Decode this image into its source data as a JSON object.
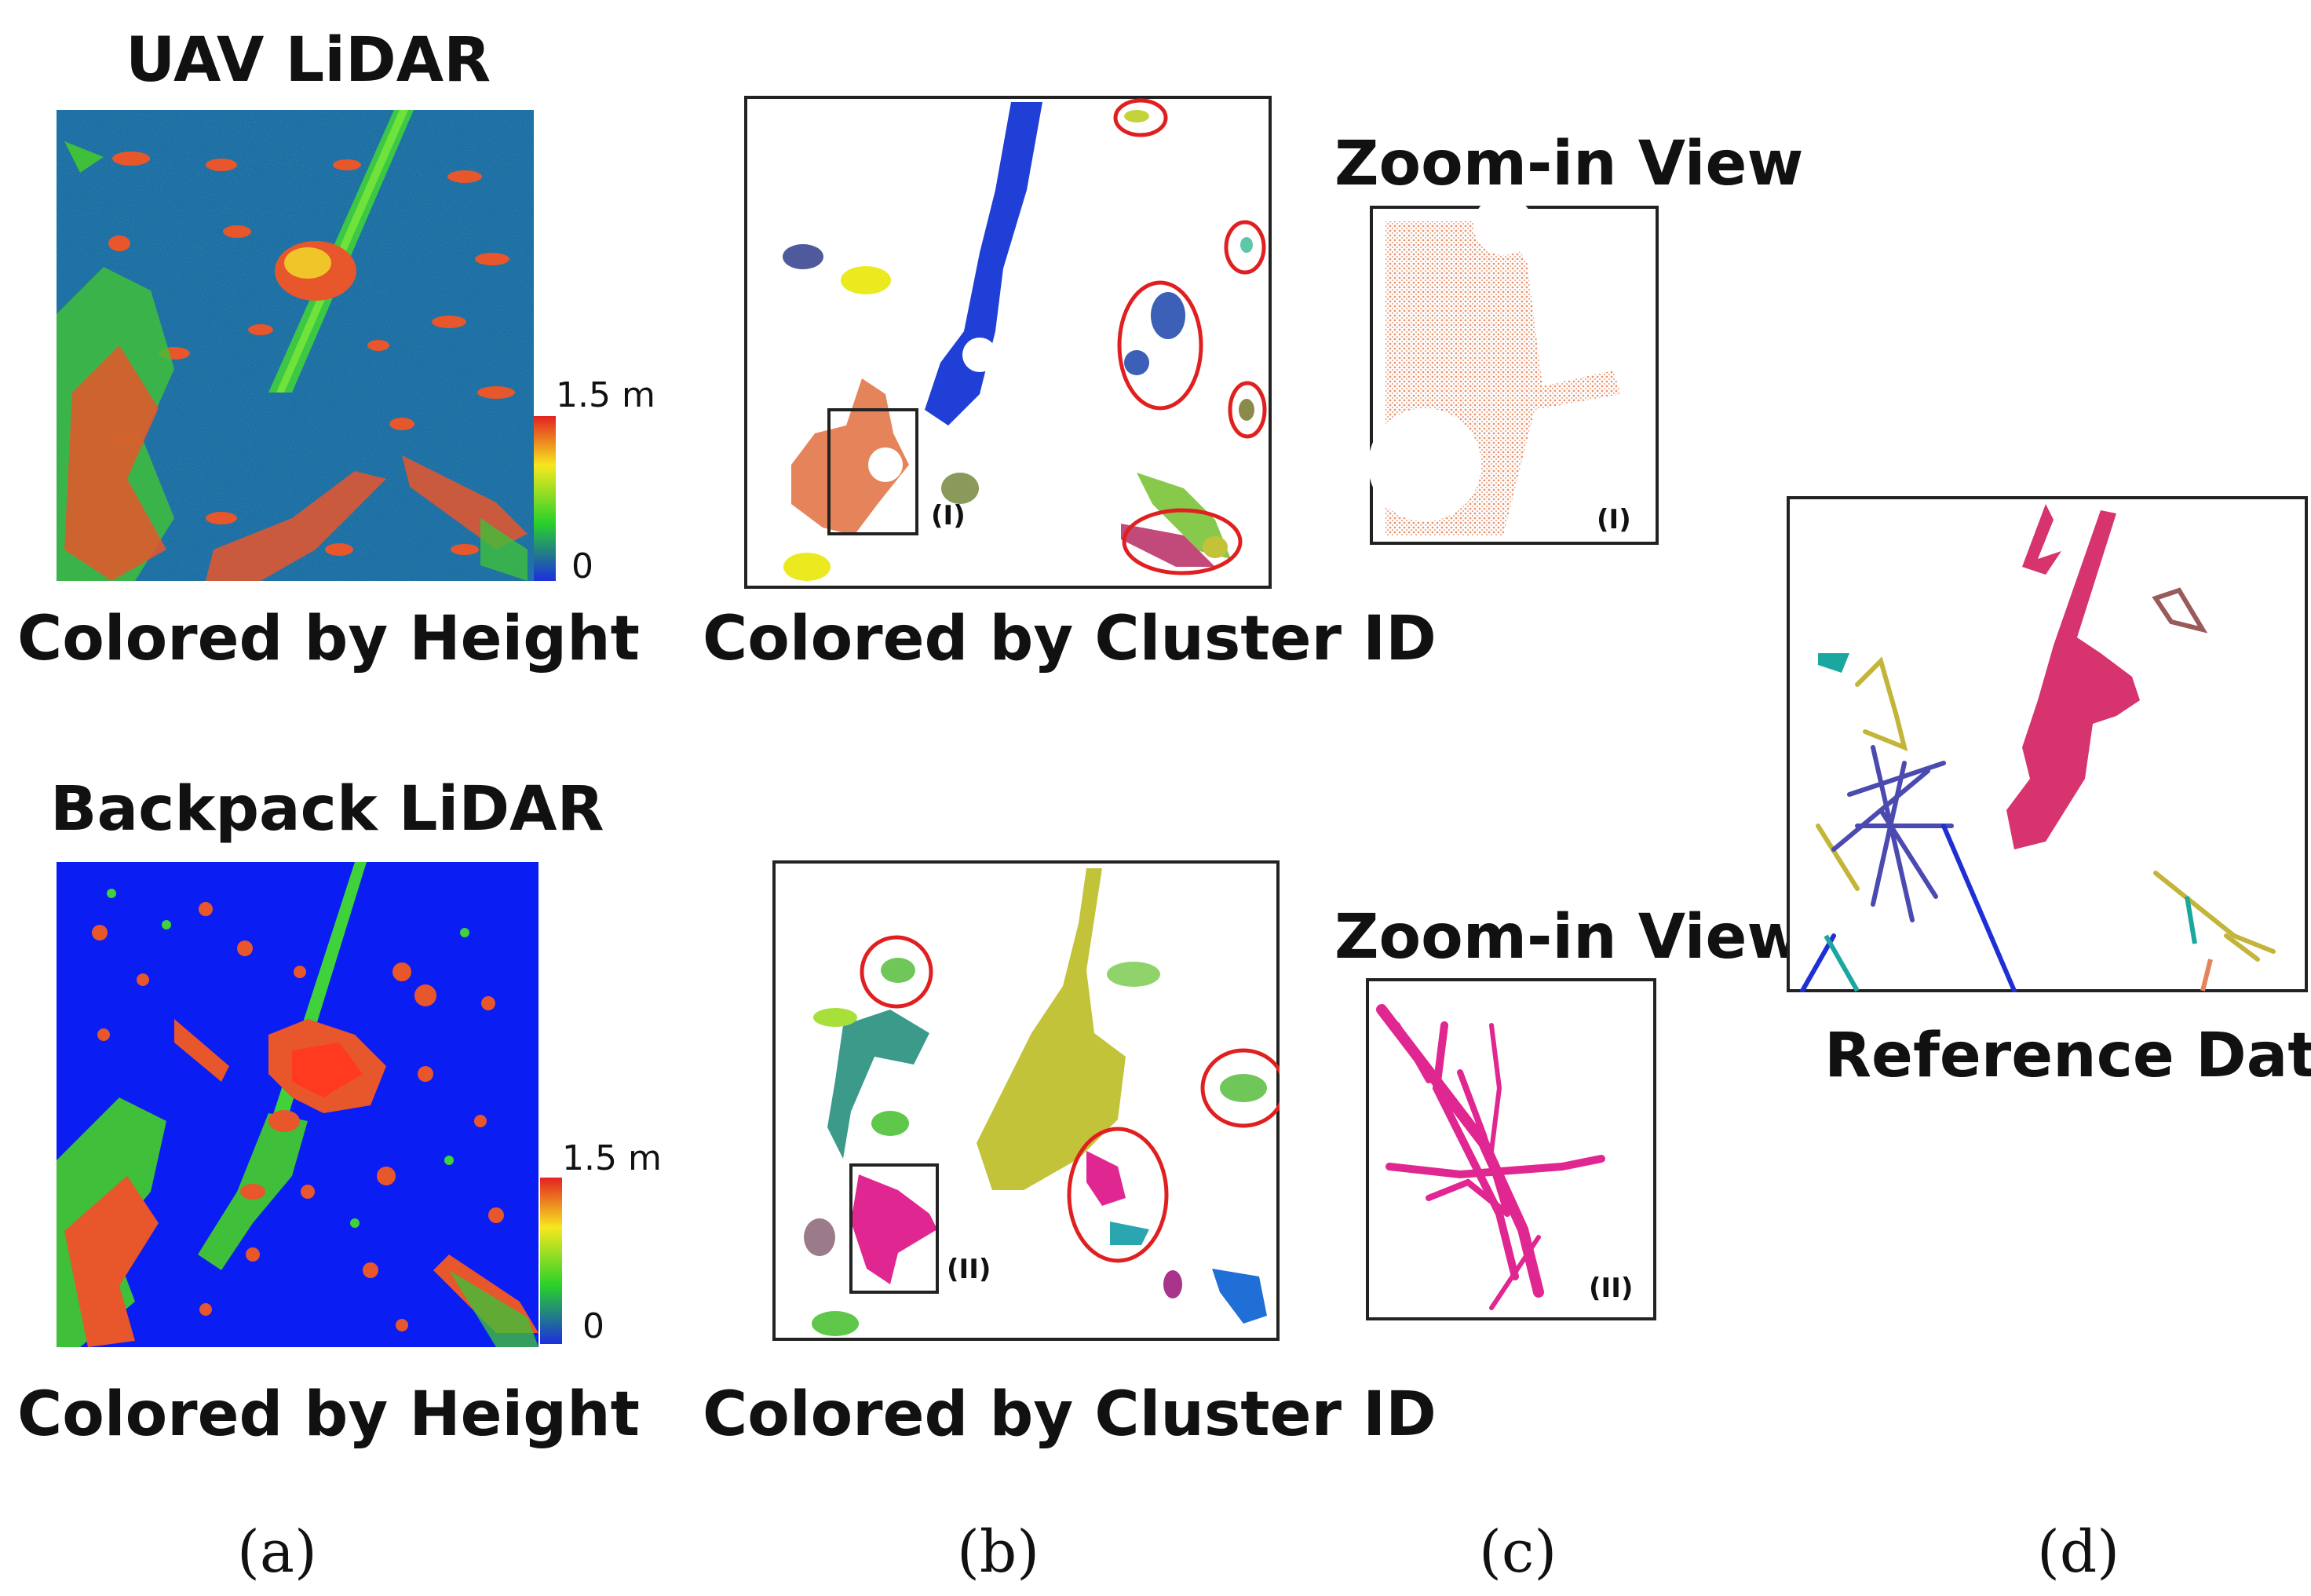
{
  "row1": {
    "title": "UAV LiDAR",
    "height_caption": "Colored by Height",
    "cluster_caption": "Colored by Cluster ID",
    "zoom_title": "Zoom-in View",
    "zoom_tag": "(I)",
    "scale_max": "1.5 m",
    "scale_min": "0"
  },
  "row2": {
    "title": "Backpack LiDAR",
    "height_caption": "Colored by Height",
    "cluster_caption": "Colored by Cluster ID",
    "zoom_title": "Zoom-in View",
    "zoom_tag": "(II)",
    "scale_max": "1.5 m",
    "scale_min": "0"
  },
  "reference": {
    "caption": "Reference Data"
  },
  "subfigures": [
    "(a)",
    "(b)",
    "(c)",
    "(d)"
  ],
  "colors": {
    "ground_uav": "#1f6fb0",
    "ground_backpack": "#0a1df2",
    "scale_top": "#e32222",
    "scale_mid_high": "#f6e81e",
    "scale_mid": "#28d12a",
    "scale_bottom": "#1d2ee0",
    "highlight_circle": "#e02020",
    "cluster_blue": "#1f3fd6",
    "cluster_orange": "#e5845a",
    "cluster_olive": "#c3c33a",
    "cluster_pink": "#e02690",
    "reference_pink": "#d6336f"
  }
}
